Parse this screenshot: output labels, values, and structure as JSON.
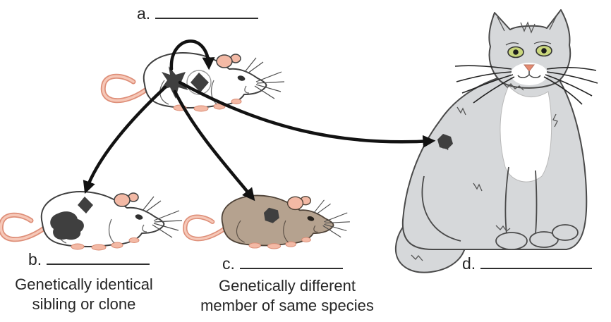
{
  "figure_type": "graft-types worksheet diagram",
  "labels": {
    "a": {
      "prefix": "a."
    },
    "b": {
      "prefix": "b."
    },
    "c": {
      "prefix": "c."
    },
    "d": {
      "prefix": "d."
    }
  },
  "captions": {
    "b": [
      "Genetically identical",
      "sibling or clone"
    ],
    "c": [
      "Genetically different",
      "member of same species"
    ]
  },
  "animals": {
    "donor_mouse": "white donor mouse with graft site",
    "identical_mouse": "genetically identical white mouse",
    "different_mouse": "brown mouse of same species",
    "cat": "gray cat (different species)"
  },
  "colors": {
    "arrow": "#121212",
    "text": "#262626",
    "patch": "#3f3f3f",
    "mouse_white": "#ffffff",
    "mouse_brown": "#b5a28f",
    "pink": "#f3b9a5",
    "cat_gray": "#d6d8da",
    "cat_white": "#ffffff",
    "eye_green": "#c9d67c",
    "nose_pink": "#e58a70"
  }
}
